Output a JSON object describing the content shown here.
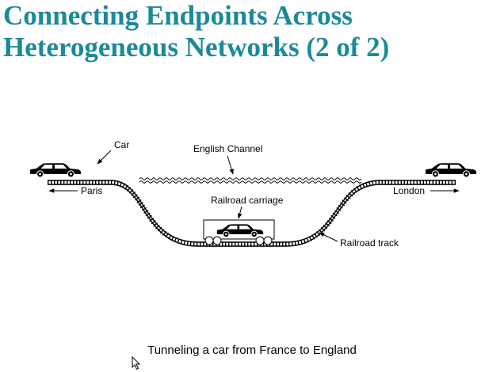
{
  "slide": {
    "title_line1": "Connecting Endpoints Across",
    "title_line2": "Heterogeneous Networks (2 of 2)",
    "caption": "Tunneling a car from France to England"
  },
  "diagram": {
    "labels": {
      "car": "Car",
      "english_channel": "English Channel",
      "paris": "Paris",
      "london": "London",
      "railroad_carriage": "Railroad carriage",
      "railroad_track": "Railroad track"
    }
  },
  "colors": {
    "title": "#1a8a99",
    "ink": "#000000",
    "background": "#ffffff"
  },
  "icons": [
    "car-icon",
    "mouse-pointer-icon"
  ]
}
